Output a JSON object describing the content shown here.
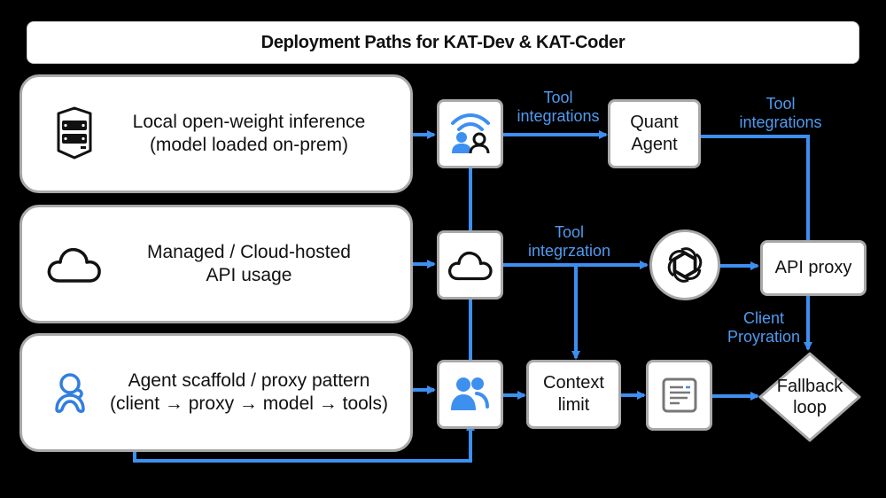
{
  "title": "Deployment Paths for KAT-Dev & KAT-Coder",
  "colors": {
    "accent": "#3d8ff0",
    "label": "#4f9bf0",
    "background": "#000000",
    "node_fill": "#ffffff",
    "node_border": "#a9a9a9"
  },
  "paths": [
    {
      "icon": "server-icon",
      "line1": "Local open-weight inference",
      "line2": "(model loaded on-prem)"
    },
    {
      "icon": "cloud-icon",
      "line1": "Managed / Cloud-hosted",
      "line2": "API usage"
    },
    {
      "icon": "agent-user-icon",
      "line1": "Agent scaffold / proxy pattern",
      "line2": "(client → proxy → model → tools)"
    }
  ],
  "nodes": {
    "wifi_users": {
      "icon": "wifi-users-icon"
    },
    "cloud": {
      "icon": "cloud-icon"
    },
    "users": {
      "icon": "users-icon"
    },
    "quant_agent": {
      "line1": "Quant",
      "line2": "Agent"
    },
    "openai": {
      "icon": "openai-logo-icon"
    },
    "api_proxy": {
      "label": "API proxy"
    },
    "context_limit": {
      "line1": "Context",
      "line2": "limit"
    },
    "document": {
      "icon": "document-icon"
    },
    "fallback_loop": {
      "line1": "Fallback",
      "line2": "loop"
    }
  },
  "edge_labels": {
    "tool_integrations_1": {
      "line1": "Tool",
      "line2": "integrations"
    },
    "tool_integrations_2": {
      "line1": "Tool",
      "line2": "integrations"
    },
    "tool_integration_mid": {
      "line1": "Tool",
      "line2": "integrzation"
    },
    "client_proyration": {
      "line1": "Client",
      "line2": "Proyration"
    }
  }
}
